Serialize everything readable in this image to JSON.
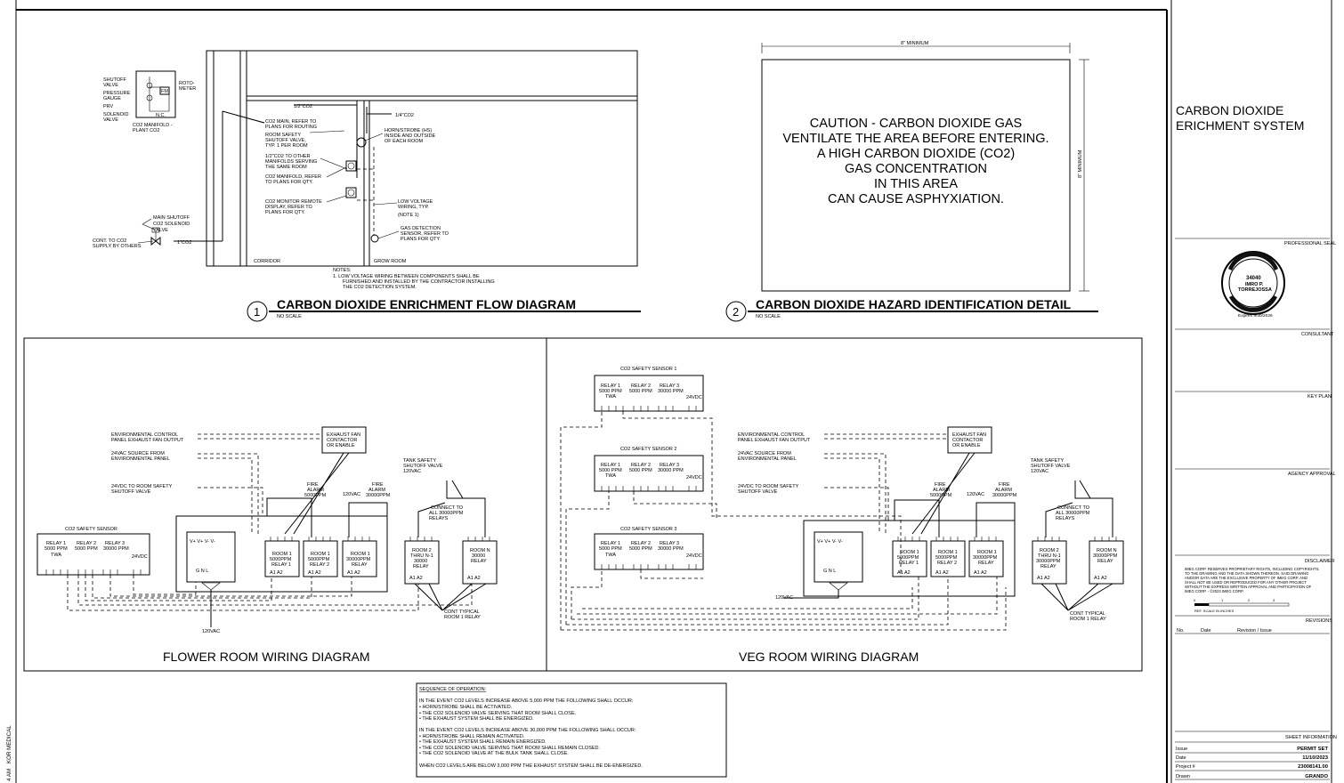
{
  "flow": {
    "title": "CARBON DIOXIDE ENRICHMENT FLOW DIAGRAM",
    "number": "1",
    "scale": "NO SCALE",
    "manifold_labels": [
      "SHUTOFF",
      "VALVE",
      "PRESSURE",
      "GAUGE",
      "PRV",
      "SOLENOID",
      "VALVE"
    ],
    "rotometer": [
      "ROTO-",
      "METER"
    ],
    "fm": "FM",
    "nc": "N.C.",
    "manifold_caption": [
      "CO2 MANIFOLD -",
      "PLANT CO2"
    ],
    "half_co2": "1/2\"CO2",
    "quarter_co2": "1/4\"CO2",
    "one_co2": "1\"CO2",
    "main_note": [
      "CO2 MAIN, REFER TO",
      "PLANS FOR ROUTING"
    ],
    "room_valve_note": [
      "ROOM SAFETY",
      "SHUTOFF VALVE,",
      "TYP. 1 PER ROOM"
    ],
    "other_manifolds": [
      "1/2\"CO2 TO OTHER",
      "MANIFOLDS SERVING",
      "THE SAME ROOM"
    ],
    "manifold_refer": [
      "CO2 MANIFOLD, REFER",
      "TO PLANS FOR QTY."
    ],
    "monitor_note": [
      "CO2 MONITOR REMOTE",
      "DISPLAY, REFER TO",
      "PLANS FOR QTY."
    ],
    "horn_note": [
      "HORN/STROBE (HS)",
      "INSIDE AND OUTSIDE",
      "OF EACH ROOM"
    ],
    "hs": "HS",
    "low_voltage": [
      "LOW VOLTAGE",
      "WIRING, TYP.",
      "(NOTE 1)"
    ],
    "gas_sensor": [
      "GAS DETECTION",
      "SENSOR, REFER TO",
      "PLANS FOR QTY"
    ],
    "main_shutoff": [
      "MAIN SHUTOFF",
      "CO2 SOLENOID",
      "VALVE"
    ],
    "supply": [
      "CONT. TO CO2",
      "SUPPLY BY OTHERS"
    ],
    "corridor": "CORRIDOR",
    "grow_room": "GROW ROOM",
    "notes_title": "NOTES:",
    "notes": [
      "1.   LOW VOLTAGE WIRING BETWEEN COMPONENTS SHALL BE",
      "FURNISHED AND INSTALLED BY THE CONTRACTOR INSTALLING",
      "THE CO2 DETECTION SYSTEM."
    ]
  },
  "hazard": {
    "title": "CARBON DIOXIDE HAZARD IDENTIFICATION DETAIL",
    "number": "2",
    "scale": "NO SCALE",
    "dim_width": "8\" MINIMUM",
    "dim_height": "8\" MINIMUM",
    "sign_lines": [
      "CAUTION - CARBON DIOXIDE GAS",
      "VENTILATE THE AREA BEFORE ENTERING.",
      "A HIGH CARBON DIOXIDE (CO2)",
      "GAS CONCENTRATION",
      "IN THIS AREA",
      "CAN CAUSE ASPHYXIATION."
    ]
  },
  "wiring": {
    "flower_title": "FLOWER ROOM WIRING DIAGRAM",
    "veg_title": "VEG ROOM WIRING DIAGRAM",
    "sensor": "CO2 SAFETY SENSOR",
    "sensor1": "CO2 SAFETY SENSOR 1",
    "sensor2": "CO2 SAFETY SENSOR 2",
    "sensor3": "CO2 SAFETY SENSOR 3",
    "relay1": [
      "RELAY 1",
      "5000 PPM",
      "TWA"
    ],
    "relay2": [
      "RELAY 2",
      "5000 PPM"
    ],
    "relay3": [
      "RELAY 3",
      "30000 PPM"
    ],
    "vdc": "24VDC",
    "env_control": [
      "ENVIRONMENTAL CONTROL",
      "PANEL EXHAUST FAN OUTPUT"
    ],
    "vac_source": [
      "24VAC SOURCE FROM",
      "ENVIRONMENTAL PANEL"
    ],
    "vdc_valve": [
      "24VDC TO ROOM SAFETY",
      "SHUTOFF VALVE"
    ],
    "exhaust": [
      "EXHAUST FAN",
      "CONTACTOR",
      "OR ENABLE"
    ],
    "fire5": [
      "FIRE",
      "ALARM",
      "5000PPM"
    ],
    "fire30": [
      "FIRE",
      "ALARM",
      "30000PPM"
    ],
    "vac120": "120VAC",
    "tank_valve": [
      "TANK SAFETY",
      "SHUTOFF VALVE",
      "120VAC"
    ],
    "connect_all": [
      "CONNECT TO",
      "ALL 30000PPM",
      "RELAYS"
    ],
    "psu_top": "V+  V+  V-  V-",
    "psu_bot": "G   N   L",
    "room1_r1": [
      "ROOM 1",
      "5000PPM",
      "RELAY 1"
    ],
    "room1_r2": [
      "ROOM 1",
      "5000PPM",
      "RELAY 2"
    ],
    "room1_r3": [
      "ROOM 1",
      "30000PPM",
      "RELAY"
    ],
    "room2": [
      "ROOM 2",
      "THRU N-1",
      "30000",
      "RELAY"
    ],
    "room2_veg": [
      "ROOM 2",
      "THRU N-1",
      "30000PPM",
      "RELAY"
    ],
    "roomn": [
      "ROOM N",
      "30000",
      "RELAY"
    ],
    "roomn_veg": [
      "ROOM N",
      "30000PPM",
      "RELAY"
    ],
    "a1a2": "A1    A2",
    "cont_typical": [
      "CONT TYPICAL",
      "ROOM 1 RELAY"
    ]
  },
  "sequence": {
    "title": "SEQUENCE OF OPERATION:",
    "lines": [
      "IN THE EVENT CO2 LEVELS INCREASE ABOVE  5,000 PPM THE FOLLOWING SHALL OCCUR:",
      "•    HORN/STROBE SHALL BE ACTIVATED.",
      "•    THE CO2 SOLENOID VALVE SERVING THAT ROOM SHALL CLOSE.",
      "•    THE EXHAUST SYSTEM SHALL BE ENERGIZED.",
      "",
      "IN THE EVENT CO2 LEVELS INCREASE ABOVE  30,000 PPM THE FOLLOWING SHALL OCCUR:",
      "•    HORN/STROBE SHALL REMAIN ACTIVATED.",
      "•    THE EXHAUST SYSTEM SHALL REMAIN ENERGIZED.",
      "•    THE CO2 SOLENOID VALVE SERVING THAT ROOM SHALL REMAIN CLOSED.",
      "•    THE CO2 SOLENOID VALVE AT THE BULK TANK SHALL CLOSE.",
      "",
      "WHEN CO2 LEVELS ARE BELOW 3,000 PPM THE EXHAUST SYSTEM SHALL BE DE-ENERGIZED."
    ]
  },
  "titleblock": {
    "project_title": [
      "CARBON DIOXIDE",
      "ERICHMENT SYSTEM"
    ],
    "professional_seal": "PROFESSIONAL SEAL",
    "seal_number": "34040",
    "seal_name": [
      "IMRO P.",
      "TORREJOSSA"
    ],
    "expires": "Expires 9/30/2026",
    "consultant": "CONSULTANT",
    "key_plan": "KEY PLAN",
    "agency": "AGENCY APPROVAL",
    "disclaimer_title": "DISCLAIMER",
    "disclaimer": [
      "IMEG CORP. RESERVES PROPRIETARY RIGHTS, INCLUDING COPYRIGHTS,",
      "TO THE DRAWING AND THE DATA SHOWN THEREON. SAID DRAWING",
      "AND/OR DATA ARE THE EXCLUSIVE PROPERTY OF IMEG CORP. AND",
      "SHALL NOT BE USED OR REPRODUCED FOR ANY OTHER PROJECT",
      "WITHOUT THE EXPRESS WRITTEN APPROVAL AND PARTICIPATION OF",
      "IMEG CORP. - ©2023 IMEG CORP."
    ],
    "scale_ticks": [
      "0",
      "1",
      "2",
      "3"
    ],
    "scale_caption": "REF. SCALE IN INCHES",
    "revisions": "REVISIONS",
    "rev_cols": [
      "No.",
      "Date",
      "Revision / Issue"
    ],
    "sheet_info": "SHEET INFORMATION",
    "rows": [
      {
        "k": "Issue",
        "v": "PERMIT SET"
      },
      {
        "k": "Date",
        "v": "11/10/2023"
      },
      {
        "k": "Project #",
        "v": "23008141.00"
      },
      {
        "k": "Drawn",
        "v": "GRANDO"
      }
    ]
  },
  "edge": {
    "client": "KOR MEDICAL",
    "time": "4 AM"
  }
}
